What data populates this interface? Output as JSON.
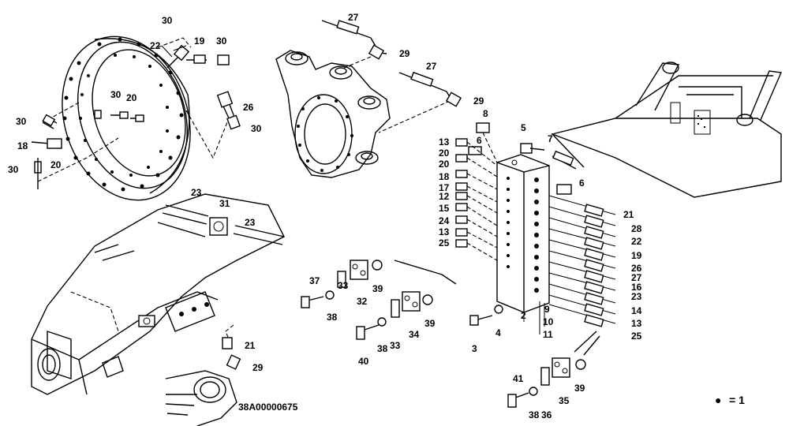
{
  "drawing_code": "38A00000675",
  "legend": {
    "symbol": "●",
    "text": "= 1"
  },
  "callouts": {
    "c1": "30",
    "c2": "22",
    "c3": "19",
    "c4": "30",
    "c5": "30",
    "c6": "20",
    "c7": "30",
    "c8": "18",
    "c9": "20",
    "c10": "30",
    "c11": "26",
    "c12": "30",
    "c13": "27",
    "c14": "29",
    "c15": "27",
    "c16": "29",
    "c17": "8",
    "c18": "5",
    "c19": "7",
    "c20": "13",
    "c21": "6",
    "c22": "20",
    "c23": "20",
    "c24": "18",
    "c25": "17",
    "c26": "12",
    "c27": "15",
    "c28": "24",
    "c29": "13",
    "c30": "25",
    "c31": "6",
    "c32": "21",
    "c33": "28",
    "c34": "22",
    "c35": "19",
    "c36": "26",
    "c37": "27",
    "c38": "16",
    "c39": "23",
    "c40": "14",
    "c41": "13",
    "c42": "25",
    "c43": "23",
    "c44": "31",
    "c45": "23",
    "c46": "37",
    "c47": "38",
    "c48": "33",
    "c49": "32",
    "c50": "39",
    "c51": "40",
    "c52": "38",
    "c53": "33",
    "c54": "34",
    "c55": "39",
    "c56": "3",
    "c57": "4",
    "c58": "2",
    "c59": "9",
    "c60": "10",
    "c61": "11",
    "c62": "21",
    "c63": "29",
    "c64": "41",
    "c65": "38",
    "c66": "36",
    "c67": "35",
    "c68": "39"
  }
}
